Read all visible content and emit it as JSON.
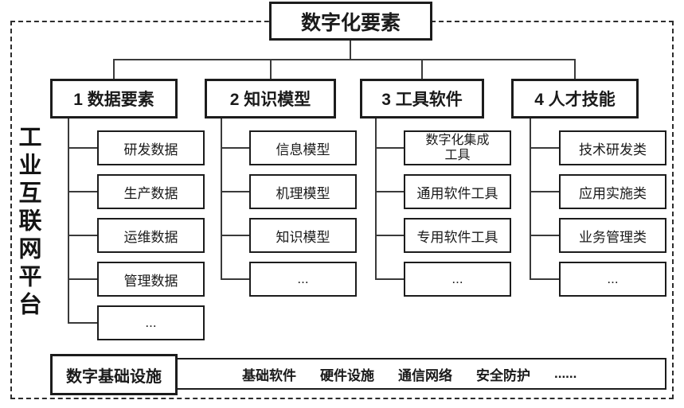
{
  "diagram": {
    "platform_label": "工业互联网平台",
    "root_label": "数字化要素",
    "columns": [
      {
        "header": "1 数据要素",
        "items": [
          "研发数据",
          "生产数据",
          "运维数据",
          "管理数据",
          "..."
        ]
      },
      {
        "header": "2 知识模型",
        "items": [
          "信息模型",
          "机理模型",
          "知识模型",
          "..."
        ]
      },
      {
        "header": "3 工具软件",
        "items": [
          "数字化集成工具",
          "通用软件工具",
          "专用软件工具",
          "..."
        ]
      },
      {
        "header": "4 人才技能",
        "items": [
          "技术研发类",
          "应用实施类",
          "业务管理类",
          "..."
        ]
      }
    ],
    "infrastructure": {
      "label": "数字基础设施",
      "items": [
        "基础软件",
        "硬件设施",
        "通信网络",
        "安全防护",
        "......"
      ]
    },
    "colors": {
      "line": "#3a3a3a",
      "text": "#1a1a1a",
      "background": "#ffffff"
    }
  }
}
